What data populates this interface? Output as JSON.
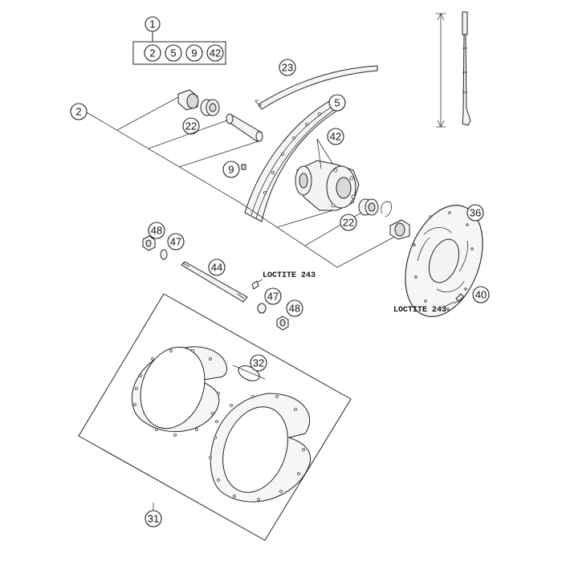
{
  "callouts": {
    "c1": "1",
    "kit": [
      "2",
      "5",
      "9",
      "42"
    ],
    "c2": "2",
    "c5": "5",
    "c9": "9",
    "c22a": "22",
    "c22b": "22",
    "c23": "23",
    "c31": "31",
    "c32": "32",
    "c36": "36",
    "c40": "40",
    "c42": "42",
    "c44": "44",
    "c47a": "47",
    "c47b": "47",
    "c48a": "48",
    "c48b": "48"
  },
  "notes": {
    "loctite_axle": "LOCTITE 243",
    "loctite_disc": "LOCTITE 243"
  }
}
